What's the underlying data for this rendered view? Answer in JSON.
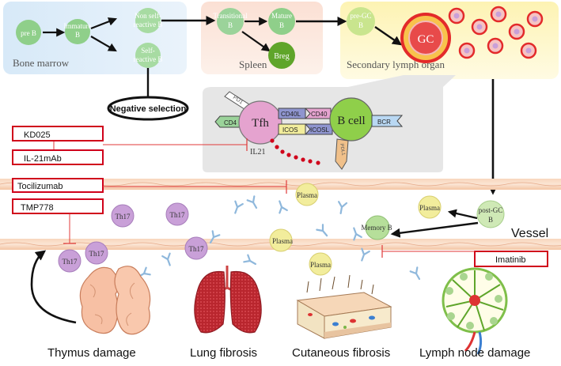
{
  "regions": {
    "bone_marrow": "Bone marrow",
    "spleen": "Spleen",
    "secondary_lymph": "Secondary lymph organ"
  },
  "cells": {
    "pre_b": "pre B",
    "immature_b": [
      "Immature",
      "B"
    ],
    "non_self_reactive": [
      "Non self-",
      "reactive B"
    ],
    "self_reactive": [
      "Self-",
      "reactive B"
    ],
    "negative_selection": "Negative selection",
    "transitional": [
      "Transitional",
      "B"
    ],
    "mature": [
      "Mature",
      "B"
    ],
    "breg": "Breg",
    "pre_gc": [
      "pre-GC",
      "B"
    ],
    "gc": "GC",
    "tfh": "Tfh",
    "b_cell": "B cell",
    "plasma": "Plasma",
    "memory_b": "Memory B",
    "post_gc": [
      "post-GC",
      "B"
    ],
    "th17": "Th17"
  },
  "synapse": {
    "cd4": "CD4",
    "cd40l": "CD40L",
    "cd40": "CD40",
    "icos": "ICOS",
    "icosl": "ICOSL",
    "bcr": "BCR",
    "pd1": "PD1",
    "pdl1": "PDL1",
    "il21": "IL21"
  },
  "drugs": {
    "kd025": "KD025",
    "il21mab": "IL-21mAb",
    "tocilizumab": "Tocilizumab",
    "tmp778": "TMP778",
    "imatinib": "Imatinib"
  },
  "vessel_label": "Vessel",
  "organs": {
    "thymus": "Thymus damage",
    "lung": "Lung fibrosis",
    "skin": "Cutaneous fibrosis",
    "lymph_node": "Lymph node damage"
  },
  "colors": {
    "drug_border": "#d0021b",
    "inhibition": "#e03a3a",
    "th17": "#c9a0d8",
    "plasma": "#f2ed9c",
    "green_cell": "#8fcf8a",
    "dark_green": "#5fa52a",
    "tfh": "#e5a3cf",
    "gc_ring": "#e32a2a",
    "vessel": "#f6c7a8"
  }
}
